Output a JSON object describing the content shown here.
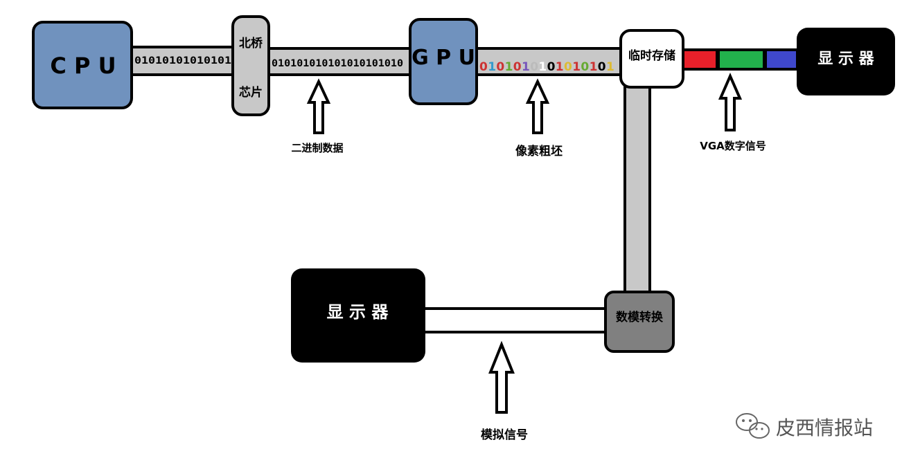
{
  "blocks": {
    "cpu": "C P U",
    "northbridge_line1": "北桥",
    "northbridge_line2": "芯片",
    "gpu": "G P U",
    "temp_storage": "临时存储",
    "display_top": "显 示 器",
    "dac": "数模转换",
    "display_bottom": "显 示 器"
  },
  "bus_text": {
    "cpu_to_northbridge": "01010101010101",
    "northbridge_to_gpu": "010101010101010101010",
    "gpu_to_storage_digits": [
      "0",
      "1",
      "0",
      "1",
      "0",
      "1",
      "0",
      "1",
      "0",
      "1",
      "0",
      "1",
      "0",
      "1",
      "0",
      "1"
    ]
  },
  "bus_text_colors": [
    "#cc3333",
    "#3399cc",
    "#cc3333",
    "#66aa33",
    "#cc3333",
    "#7755bb",
    "#bbbbbb",
    "#ffffff",
    "#000000",
    "#cc3333",
    "#ddbb33",
    "#cc3333",
    "#66aa33",
    "#cc3333",
    "#000000",
    "#ddbb33"
  ],
  "annotations": {
    "binary_data": "二进制数据",
    "pixel_blank": "像素粗坯",
    "vga_signal": "VGA数字信号",
    "analog_signal": "模拟信号"
  },
  "rgb_colors": {
    "red": "#e8202a",
    "green": "#22b14c",
    "blue": "#3f48cc"
  },
  "watermark": {
    "icon": "wechat-icon",
    "text": "皮西情报站"
  }
}
